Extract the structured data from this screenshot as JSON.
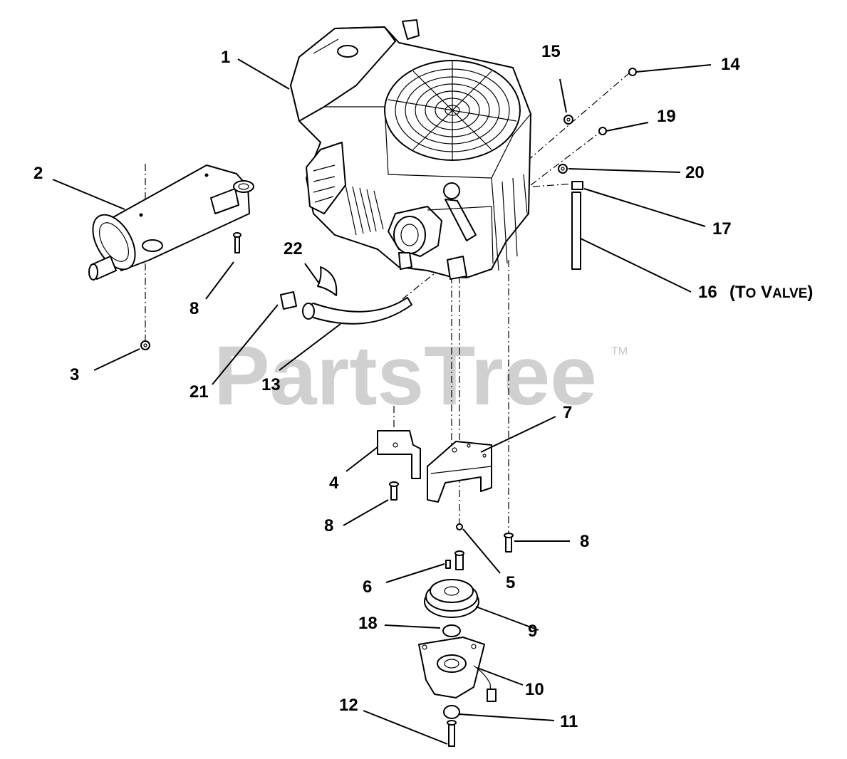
{
  "watermark": {
    "text": "PartsTree",
    "trademark": "TM"
  },
  "callouts": {
    "c1": "1",
    "c2": "2",
    "c3": "3",
    "c4": "4",
    "c5": "5",
    "c6": "6",
    "c7": "7",
    "c8a": "8",
    "c8b": "8",
    "c8c": "8",
    "c9": "9",
    "c10": "10",
    "c11": "11",
    "c12": "12",
    "c13": "13",
    "c14": "14",
    "c15": "15",
    "c16": "16",
    "c16_note_open": "(T",
    "c16_note_o": "O",
    "c16_note_v": " V",
    "c16_note_alve": "ALVE",
    "c16_note_close": ")",
    "c17": "17",
    "c18": "18",
    "c19": "19",
    "c20": "20",
    "c21": "21",
    "c22": "22"
  },
  "colors": {
    "line": "#000000",
    "background": "#ffffff",
    "watermark": "#d0d0d0"
  }
}
